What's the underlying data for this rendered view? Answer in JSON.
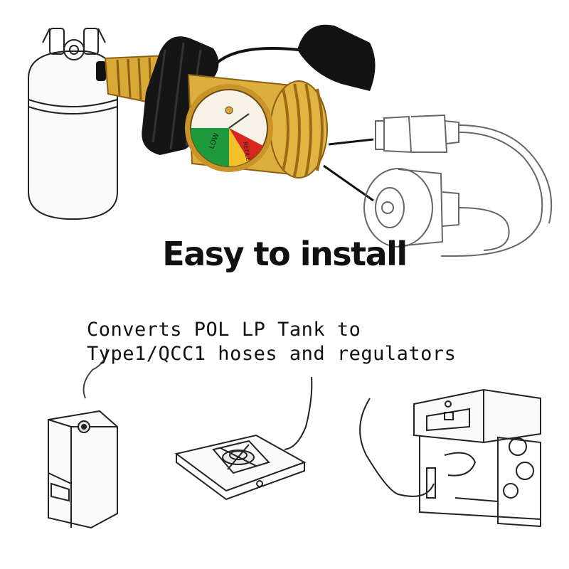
{
  "headline": "Easy to install",
  "caption": {
    "line1": "Converts POL LP Tank to",
    "line2": "Type1/QCC1 hoses and regulators"
  },
  "gauge": {
    "green_label": "LOW",
    "red_label": "REFILL"
  },
  "colors": {
    "brass": "#d9a937",
    "brass_dark": "#a8751a",
    "knob": "#1a1a1a",
    "gauge_green": "#1e9a3c",
    "gauge_yellow": "#f2c028",
    "gauge_red": "#d7261e",
    "line": "#222222"
  },
  "icons": [
    "propane-tank-icon",
    "pol-adapter-icon",
    "qcc1-hose-icon",
    "water-heater-icon",
    "gas-burner-icon",
    "gas-grill-icon"
  ]
}
